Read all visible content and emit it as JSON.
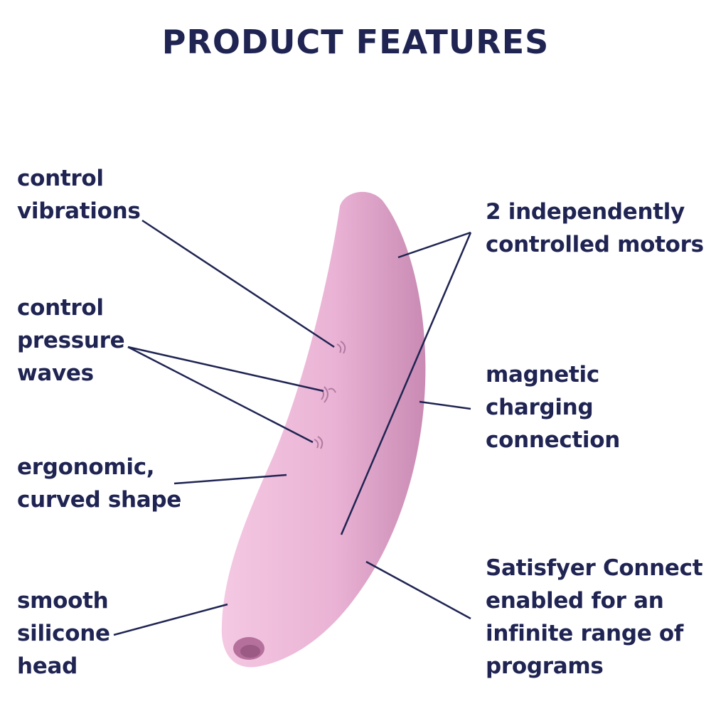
{
  "title": "PRODUCT FEATURES",
  "colors": {
    "text": "#1f2452",
    "product": "#eab6d6",
    "product_shadow": "#c98cb4"
  },
  "features_left": [
    {
      "label": "control\nvibrations"
    },
    {
      "label": "control\npressure\nwaves"
    },
    {
      "label": "ergonomic,\ncurved shape"
    },
    {
      "label": "smooth\nsilicone\nhead"
    }
  ],
  "features_right": [
    {
      "label": "2 independently\ncontrolled motors"
    },
    {
      "label": "magnetic\ncharging\nconnection"
    },
    {
      "label": "Satisfyer Connect\nenabled for an\ninfinite range of\nprograms"
    }
  ]
}
